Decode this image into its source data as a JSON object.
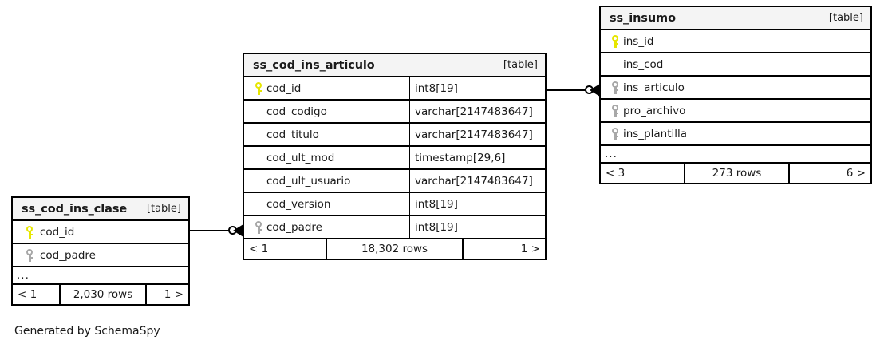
{
  "diagram": {
    "generator_credit": "Generated by SchemaSpy",
    "table_tag": "[table]"
  },
  "tables": {
    "ss_cod_ins_clase": {
      "name": "ss_cod_ins_clase",
      "tag": "[table]",
      "columns": [
        {
          "name": "cod_id",
          "key": "pk"
        },
        {
          "name": "cod_padre",
          "key": "fk"
        }
      ],
      "ellipsis": "...",
      "footer": {
        "left": "< 1",
        "middle": "2,030 rows",
        "right": "1 >"
      }
    },
    "ss_cod_ins_articulo": {
      "name": "ss_cod_ins_articulo",
      "tag": "[table]",
      "columns": [
        {
          "name": "cod_id",
          "type": "int8[19]",
          "key": "pk"
        },
        {
          "name": "cod_codigo",
          "type": "varchar[2147483647]",
          "key": "none"
        },
        {
          "name": "cod_titulo",
          "type": "varchar[2147483647]",
          "key": "none"
        },
        {
          "name": "cod_ult_mod",
          "type": "timestamp[29,6]",
          "key": "none"
        },
        {
          "name": "cod_ult_usuario",
          "type": "varchar[2147483647]",
          "key": "none"
        },
        {
          "name": "cod_version",
          "type": "int8[19]",
          "key": "none"
        },
        {
          "name": "cod_padre",
          "type": "int8[19]",
          "key": "fk"
        }
      ],
      "footer": {
        "left": "< 1",
        "middle": "18,302 rows",
        "right": "1 >"
      }
    },
    "ss_insumo": {
      "name": "ss_insumo",
      "tag": "[table]",
      "columns": [
        {
          "name": "ins_id",
          "key": "pk"
        },
        {
          "name": "ins_cod",
          "key": "none"
        },
        {
          "name": "ins_articulo",
          "key": "fk"
        },
        {
          "name": "pro_archivo",
          "key": "fk"
        },
        {
          "name": "ins_plantilla",
          "key": "fk"
        }
      ],
      "ellipsis": "...",
      "footer": {
        "left": "< 3",
        "middle": "273 rows",
        "right": "6 >"
      }
    }
  },
  "relationships": [
    {
      "from": "ss_cod_ins_clase.cod_id",
      "to": "ss_cod_ins_articulo.cod_padre",
      "from_card": "zero-or-one",
      "to_card": "many"
    },
    {
      "from": "ss_cod_ins_articulo.cod_id",
      "to": "ss_insumo.ins_articulo",
      "from_card": "zero-or-one",
      "to_card": "many"
    }
  ],
  "colors": {
    "primary_key": "#e6e600",
    "foreign_key": "#a8a8a8",
    "border": "#000000",
    "header_background": "#f4f4f4",
    "canvas": "#ffffff"
  }
}
